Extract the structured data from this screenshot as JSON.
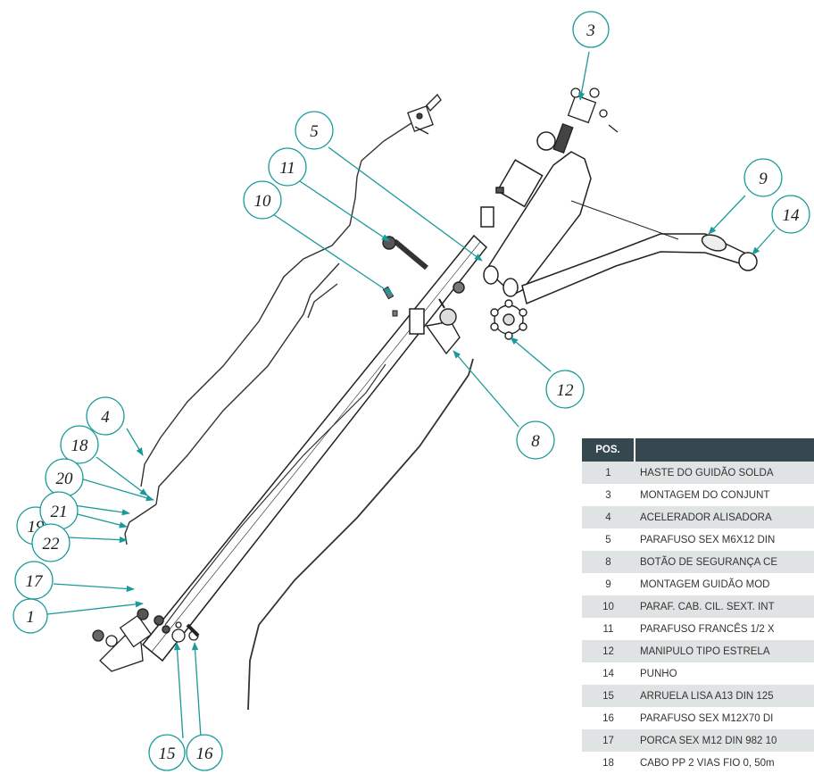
{
  "balloons": [
    {
      "num": "1"
    },
    {
      "num": "3"
    },
    {
      "num": "4"
    },
    {
      "num": "5"
    },
    {
      "num": "8"
    },
    {
      "num": "9"
    },
    {
      "num": "10"
    },
    {
      "num": "11"
    },
    {
      "num": "12"
    },
    {
      "num": "14"
    },
    {
      "num": "15"
    },
    {
      "num": "16"
    },
    {
      "num": "17"
    },
    {
      "num": "18"
    },
    {
      "num": "19"
    },
    {
      "num": "20"
    },
    {
      "num": "21"
    },
    {
      "num": "22"
    }
  ],
  "bom": {
    "header_pos": "POS.",
    "header_desc": "",
    "rows": [
      {
        "pos": "1",
        "desc": "HASTE DO GUIDÃO SOLDA"
      },
      {
        "pos": "3",
        "desc": "MONTAGEM DO CONJUNT"
      },
      {
        "pos": "4",
        "desc": "ACELERADOR ALISADORA"
      },
      {
        "pos": "5",
        "desc": "PARAFUSO SEX M6X12 DIN"
      },
      {
        "pos": "8",
        "desc": "BOTÃO DE SEGURANÇA CE"
      },
      {
        "pos": "9",
        "desc": "MONTAGEM GUIDÃO MOD"
      },
      {
        "pos": "10",
        "desc": "PARAF. CAB. CIL. SEXT. INT"
      },
      {
        "pos": "11",
        "desc": "PARAFUSO FRANCÊS 1/2 X"
      },
      {
        "pos": "12",
        "desc": "MANIPULO TIPO ESTRELA"
      },
      {
        "pos": "14",
        "desc": "PUNHO"
      },
      {
        "pos": "15",
        "desc": "ARRUELA LISA A13 DIN 125"
      },
      {
        "pos": "16",
        "desc": "PARAFUSO SEX M12X70 DI"
      },
      {
        "pos": "17",
        "desc": "PORCA SEX M12 DIN 982 10"
      },
      {
        "pos": "18",
        "desc": "CABO PP 2 VIAS FIO 0, 50m"
      }
    ]
  },
  "colors": {
    "leader": "#1a9a9a",
    "line": "#222222",
    "header_bg": "#37474f",
    "row_alt": "#dfe3e3"
  }
}
